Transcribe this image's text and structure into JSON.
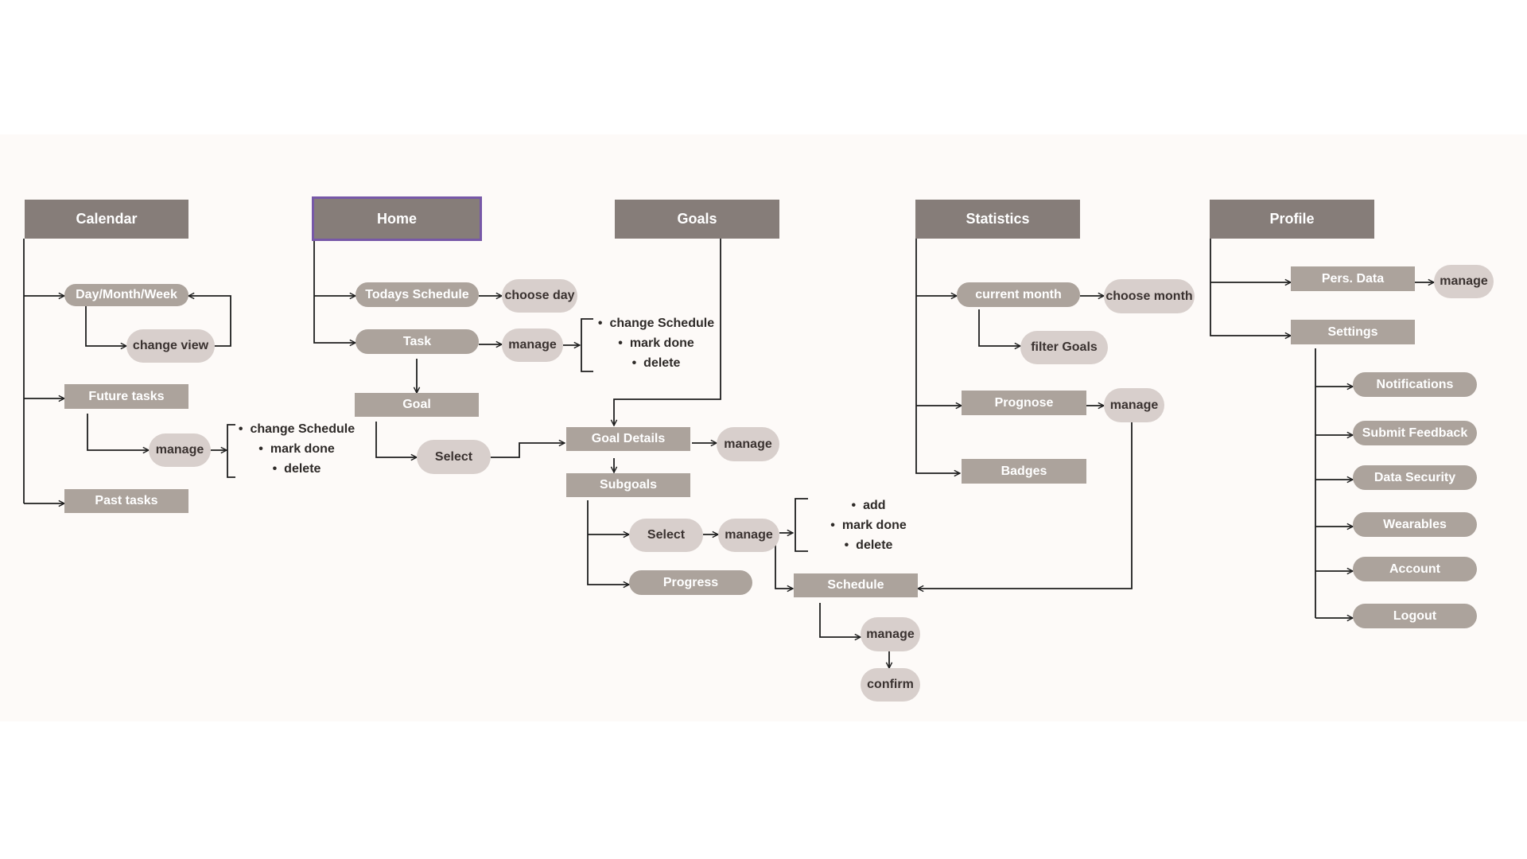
{
  "columns": {
    "calendar": {
      "title": "Calendar",
      "day_month_week": "Day/Month/Week",
      "change_view": "change view",
      "future_tasks": "Future tasks",
      "manage": "manage",
      "future_actions": [
        "change Schedule",
        "mark done",
        "delete"
      ],
      "past_tasks": "Past tasks"
    },
    "home": {
      "title": "Home",
      "todays_schedule": "Todays Schedule",
      "choose_day": "choose day",
      "task": "Task",
      "manage": "manage",
      "task_actions": [
        "change Schedule",
        "mark done",
        "delete"
      ],
      "goal": "Goal",
      "select": "Select"
    },
    "goals": {
      "title": "Goals",
      "goal_details": "Goal Details",
      "details_manage": "manage",
      "subgoals": "Subgoals",
      "select": "Select",
      "manage": "manage",
      "subgoal_actions": [
        "add",
        "mark done",
        "delete"
      ],
      "progress": "Progress",
      "schedule": "Schedule",
      "schedule_manage": "manage",
      "confirm": "confirm"
    },
    "statistics": {
      "title": "Statistics",
      "current_month": "current month",
      "choose_month": "choose month",
      "filter_goals": "filter Goals",
      "prognose": "Prognose",
      "manage": "manage",
      "badges": "Badges"
    },
    "profile": {
      "title": "Profile",
      "pers_data": "Pers. Data",
      "manage": "manage",
      "settings": "Settings",
      "settings_items": [
        "Notifications",
        "Submit Feedback",
        "Data Security",
        "Wearables",
        "Account",
        "Logout"
      ]
    }
  },
  "colors": {
    "header": "#867d79",
    "node": "#aca39c",
    "bubble": "#d8cfcc",
    "selected_border": "#7758a8",
    "canvas": "#fdfaf8",
    "line": "#1e1e1e"
  }
}
